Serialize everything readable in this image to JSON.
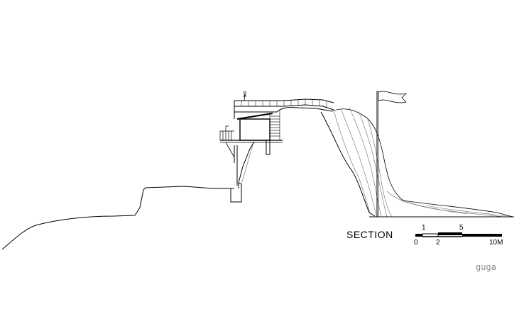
{
  "title": "SECTION",
  "scale_bar": {
    "labels_top": [
      "1",
      "5"
    ],
    "labels_bottom": [
      "0",
      "2",
      "10M"
    ]
  },
  "credit": "guga",
  "colors": {
    "line": "#000000",
    "cliff_hatch": "#6d6d6d",
    "credit": "#8a8a8a"
  }
}
